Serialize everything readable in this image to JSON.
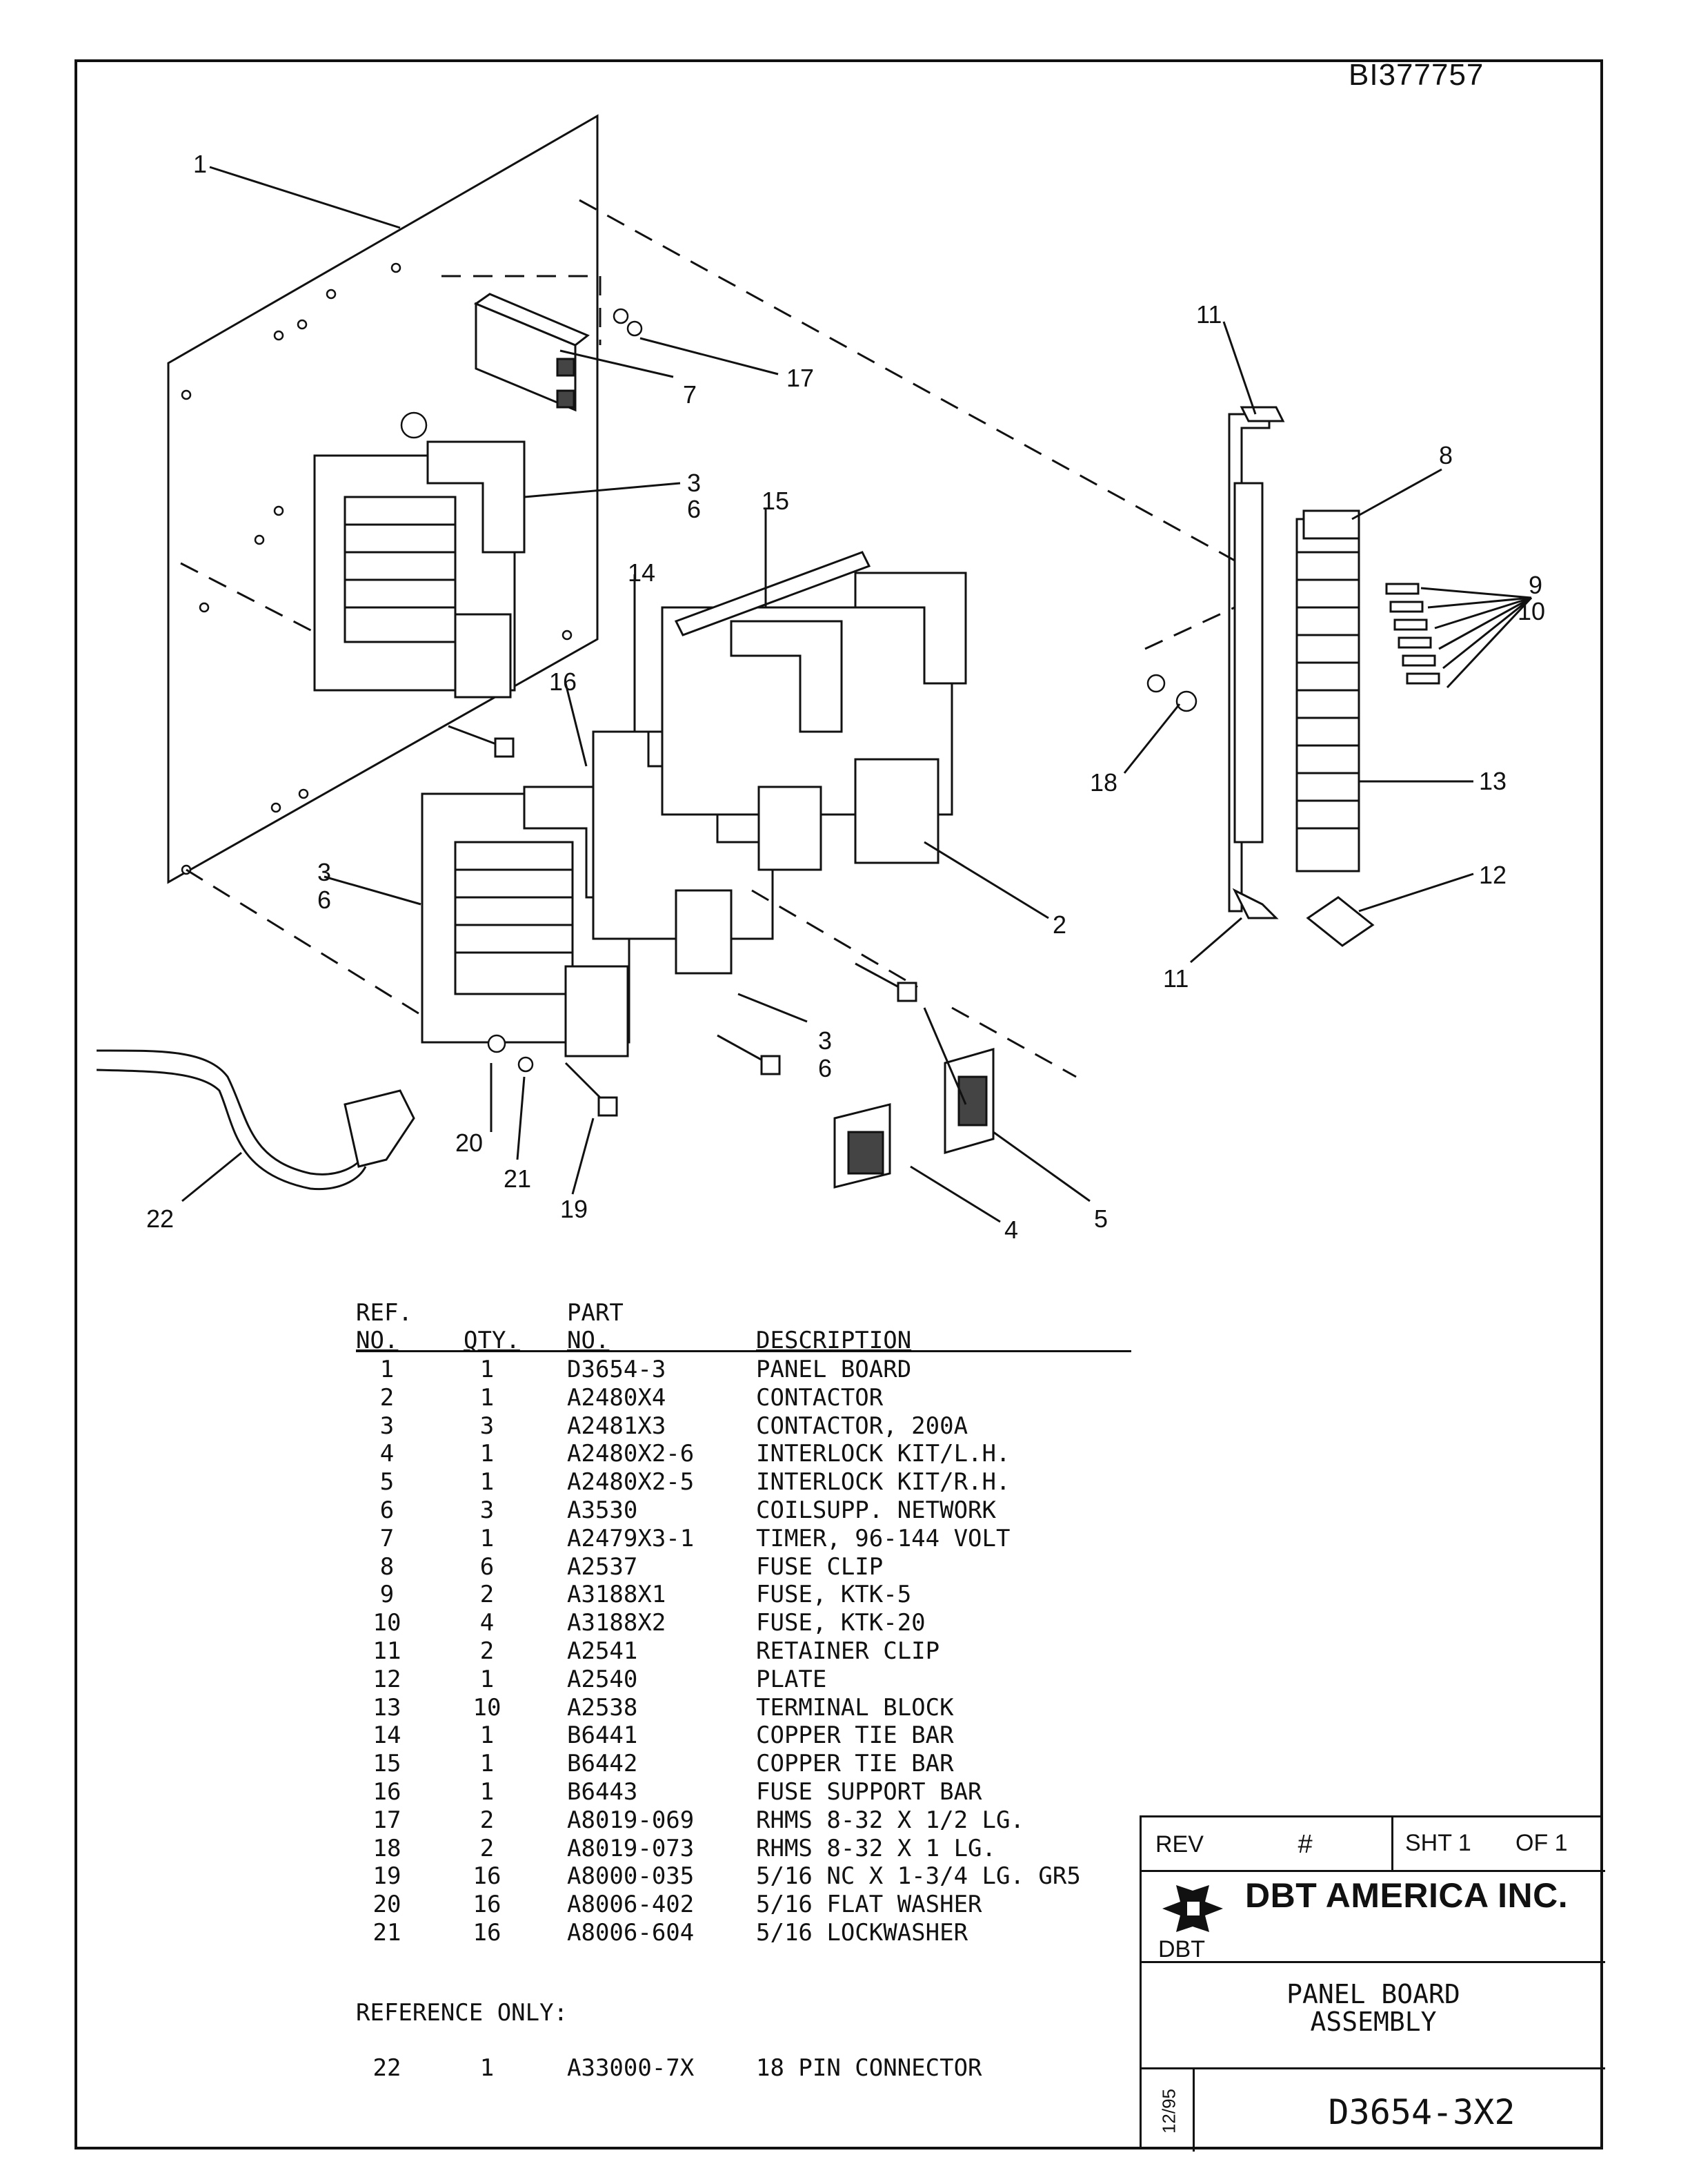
{
  "drawing_id": "BI377757",
  "callouts": {
    "c1": "1",
    "c2": "2",
    "c3a": "3",
    "c6a": "6",
    "c3b": "3",
    "c6b": "6",
    "c3c": "3",
    "c6c": "6",
    "c4": "4",
    "c5": "5",
    "c7": "7",
    "c8": "8",
    "c9": "9",
    "c10": "10",
    "c11a": "11",
    "c11b": "11",
    "c12": "12",
    "c13": "13",
    "c14": "14",
    "c15": "15",
    "c16": "16",
    "c17": "17",
    "c18": "18",
    "c19": "19",
    "c20": "20",
    "c21": "21",
    "c22": "22"
  },
  "parts_list": {
    "header": {
      "ref_line1": "REF.",
      "ref_line2": "NO.",
      "qty": "QTY.",
      "part_line1": "PART",
      "part_line2": "NO.",
      "description": "DESCRIPTION"
    },
    "rows": [
      {
        "ref": "1",
        "qty": "1",
        "part": "D3654-3",
        "desc": "PANEL BOARD"
      },
      {
        "ref": "2",
        "qty": "1",
        "part": "A2480X4",
        "desc": "CONTACTOR"
      },
      {
        "ref": "3",
        "qty": "3",
        "part": "A2481X3",
        "desc": "CONTACTOR, 200A"
      },
      {
        "ref": "4",
        "qty": "1",
        "part": "A2480X2-6",
        "desc": "INTERLOCK KIT/L.H."
      },
      {
        "ref": "5",
        "qty": "1",
        "part": "A2480X2-5",
        "desc": "INTERLOCK KIT/R.H."
      },
      {
        "ref": "6",
        "qty": "3",
        "part": "A3530",
        "desc": "COILSUPP. NETWORK"
      },
      {
        "ref": "7",
        "qty": "1",
        "part": "A2479X3-1",
        "desc": "TIMER, 96-144 VOLT"
      },
      {
        "ref": "8",
        "qty": "6",
        "part": "A2537",
        "desc": "FUSE CLIP"
      },
      {
        "ref": "9",
        "qty": "2",
        "part": "A3188X1",
        "desc": "FUSE, KTK-5"
      },
      {
        "ref": "10",
        "qty": "4",
        "part": "A3188X2",
        "desc": "FUSE, KTK-20"
      },
      {
        "ref": "11",
        "qty": "2",
        "part": "A2541",
        "desc": "RETAINER CLIP"
      },
      {
        "ref": "12",
        "qty": "1",
        "part": "A2540",
        "desc": "PLATE"
      },
      {
        "ref": "13",
        "qty": "10",
        "part": "A2538",
        "desc": "TERMINAL BLOCK"
      },
      {
        "ref": "14",
        "qty": "1",
        "part": "B6441",
        "desc": "COPPER TIE BAR"
      },
      {
        "ref": "15",
        "qty": "1",
        "part": "B6442",
        "desc": "COPPER TIE BAR"
      },
      {
        "ref": "16",
        "qty": "1",
        "part": "B6443",
        "desc": "FUSE SUPPORT BAR"
      },
      {
        "ref": "17",
        "qty": "2",
        "part": "A8019-069",
        "desc": "RHMS 8-32 X 1/2 LG."
      },
      {
        "ref": "18",
        "qty": "2",
        "part": "A8019-073",
        "desc": "RHMS 8-32 X 1 LG."
      },
      {
        "ref": "19",
        "qty": "16",
        "part": "A8000-035",
        "desc": "5/16 NC X 1-3/4 LG. GR5"
      },
      {
        "ref": "20",
        "qty": "16",
        "part": "A8006-402",
        "desc": "5/16 FLAT WASHER"
      },
      {
        "ref": "21",
        "qty": "16",
        "part": "A8006-604",
        "desc": "5/16 LOCKWASHER"
      }
    ],
    "reference_only_label": "REFERENCE ONLY:",
    "reference_row": {
      "ref": "22",
      "qty": "1",
      "part": "A33000-7X",
      "desc": "18 PIN CONNECTOR"
    }
  },
  "title_block": {
    "rev_label": "REV",
    "number_label": "#",
    "sheet_label": "SHT 1",
    "of_label": "OF 1",
    "company": "DBT AMERICA INC.",
    "logo_text": "DBT",
    "title_line1": "PANEL BOARD",
    "title_line2": "ASSEMBLY",
    "date_code": "12/95",
    "drawing_number": "D3654-3X2"
  }
}
